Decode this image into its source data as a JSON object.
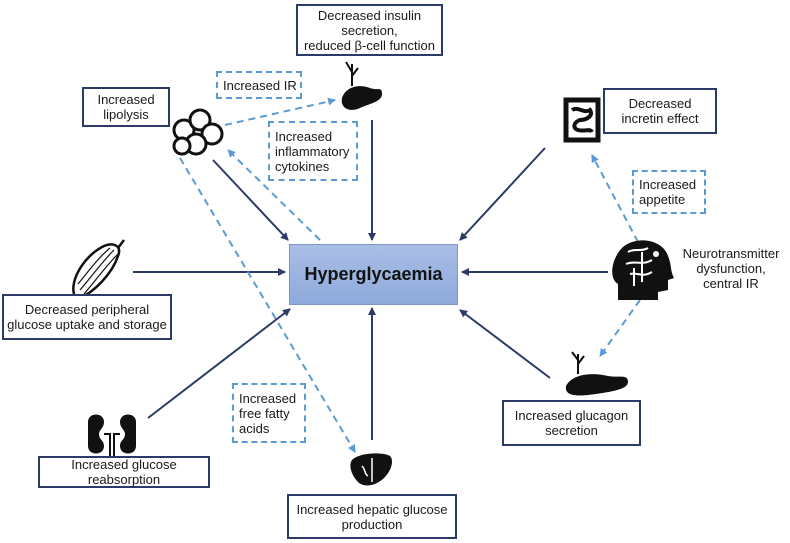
{
  "center": {
    "label": "Hyperglycaemia"
  },
  "nodes": {
    "pancreas_top": [
      "Decreased insulin",
      "secretion,",
      "reduced β-cell function"
    ],
    "adipose": [
      "Increased",
      "lipolysis"
    ],
    "gut": [
      "Decreased",
      "incretin effect"
    ],
    "brain": [
      "Neurotransmitter",
      "dysfunction,",
      "central IR"
    ],
    "muscle": [
      "Decreased peripheral",
      "glucose uptake and storage"
    ],
    "kidney": [
      "Increased glucose",
      "reabsorption"
    ],
    "liver": [
      "Increased hepatic glucose",
      "production"
    ],
    "pancreas_bottom": [
      "Increased glucagon",
      "secretion"
    ]
  },
  "mediators": {
    "ir": [
      "Increased IR"
    ],
    "cytokines": [
      "Increased",
      "inflammatory",
      "cytokines"
    ],
    "appetite": [
      "Increased",
      "appetite"
    ],
    "ffa": [
      "Increased",
      "free fatty",
      "acids"
    ]
  },
  "colors": {
    "solid_arrow": "#2b3a67",
    "dashed_arrow": "#5b9bd5",
    "center_fill": "#8eaadb"
  },
  "icons": [
    "pancreas-icon",
    "fat-cells-icon",
    "intestine-icon",
    "head-brain-icon",
    "muscle-icon",
    "kidneys-icon",
    "liver-icon",
    "pancreas-icon"
  ]
}
